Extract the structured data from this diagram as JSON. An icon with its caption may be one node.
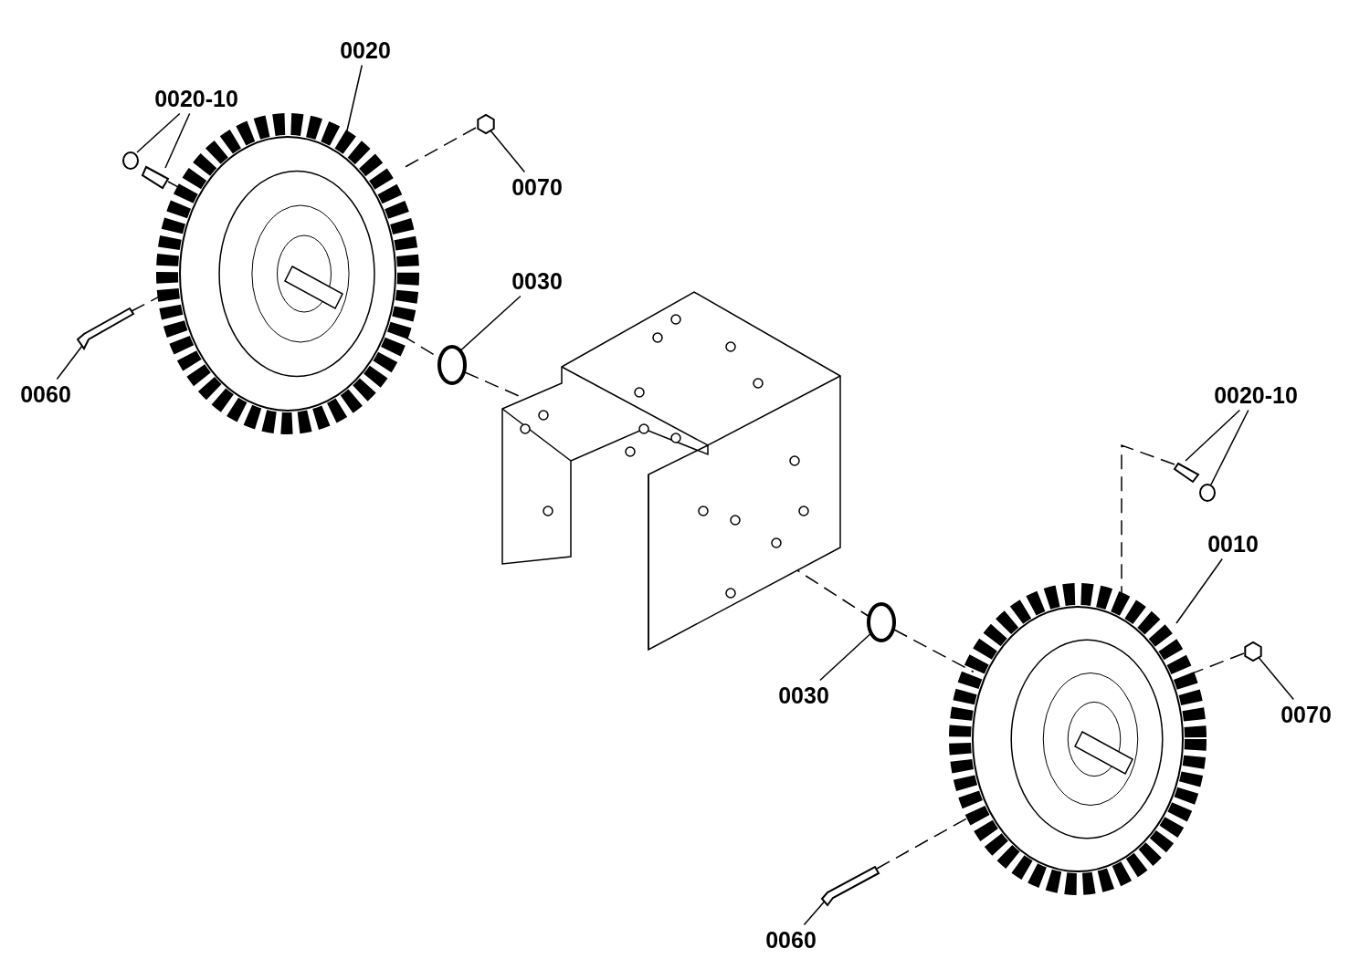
{
  "diagram": {
    "nodes": [
      {
        "text": [
          "0020"
        ]
      },
      {
        "text": [
          "0020-10"
        ]
      },
      {
        "text": [
          "0070"
        ]
      },
      {
        "text": [
          "0030"
        ]
      },
      {
        "text": [
          "0060"
        ]
      },
      {
        "text": [
          "0020-10"
        ]
      },
      {
        "text": [
          "0010"
        ]
      },
      {
        "text": [
          "0030"
        ]
      },
      {
        "text": [
          "0070"
        ]
      },
      {
        "text": [
          "0060"
        ]
      },
      {
        "text": [],
        "shape": "picture"
      },
      {
        "text": [],
        "shape": "circle"
      },
      {
        "text": [],
        "shape": "picture"
      },
      {
        "text": [],
        "shape": "hexagon"
      },
      {
        "text": [],
        "shape": "circle"
      },
      {
        "text": [],
        "shape": "picture"
      },
      {
        "text": [],
        "shape": "picture"
      },
      {
        "text": [],
        "shape": "circle"
      },
      {
        "text": [],
        "shape": "picture"
      },
      {
        "text": [],
        "shape": "circle"
      },
      {
        "text": [],
        "shape": "hexagon"
      },
      {
        "text": [],
        "shape": "picture"
      },
      {
        "text": [],
        "shape": "picture"
      }
    ],
    "edges": [
      {
        "from": 0,
        "to": 10,
        "arrow": "none"
      },
      {
        "from": 1,
        "to": 11,
        "arrow": "none"
      },
      {
        "from": 1,
        "to": 12,
        "arrow": "none"
      },
      {
        "from": 2,
        "to": 13,
        "arrow": "none"
      },
      {
        "from": 3,
        "to": 14,
        "arrow": "none"
      },
      {
        "from": 4,
        "to": 15,
        "arrow": "none"
      },
      {
        "from": 5,
        "to": 16,
        "arrow": "none"
      },
      {
        "from": 5,
        "to": 17,
        "arrow": "none"
      },
      {
        "from": 6,
        "to": 18,
        "arrow": "none"
      },
      {
        "from": 7,
        "to": 19,
        "arrow": "none"
      },
      {
        "from": 8,
        "to": 20,
        "arrow": "none"
      },
      {
        "from": 9,
        "to": 21,
        "arrow": "none"
      },
      {
        "from": 13,
        "to": 10,
        "arrow": "none",
        "style": "dashed"
      },
      {
        "from": 12,
        "to": 10,
        "arrow": "none",
        "style": "dashed"
      },
      {
        "from": 15,
        "to": 10,
        "arrow": "none",
        "style": "dashed"
      },
      {
        "from": 10,
        "to": 14,
        "arrow": "none",
        "style": "dashed"
      },
      {
        "from": 14,
        "to": 22,
        "arrow": "none",
        "style": "dashed"
      },
      {
        "from": 22,
        "to": 19,
        "arrow": "none",
        "style": "dashed"
      },
      {
        "from": 19,
        "to": 18,
        "arrow": "none",
        "style": "dashed"
      },
      {
        "from": 16,
        "to": 18,
        "arrow": "none",
        "style": "dashed"
      },
      {
        "from": 20,
        "to": 18,
        "arrow": "none",
        "style": "dashed"
      },
      {
        "from": 21,
        "to": 18,
        "arrow": "none",
        "style": "dashed"
      }
    ]
  }
}
